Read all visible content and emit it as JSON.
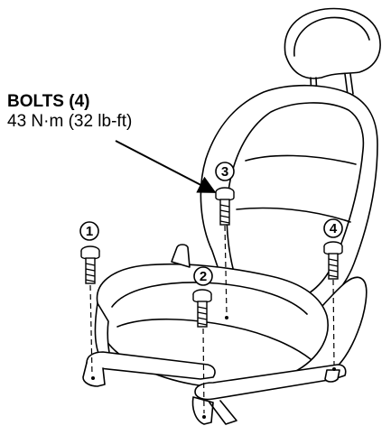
{
  "callout": {
    "title": "BOLTS (4)",
    "spec": "43 N·m (32 lb-ft)"
  },
  "bolt_labels": [
    "1",
    "2",
    "3",
    "4"
  ],
  "colors": {
    "line": "#000000",
    "background": "#ffffff",
    "seat_fill": "#ffffff"
  }
}
